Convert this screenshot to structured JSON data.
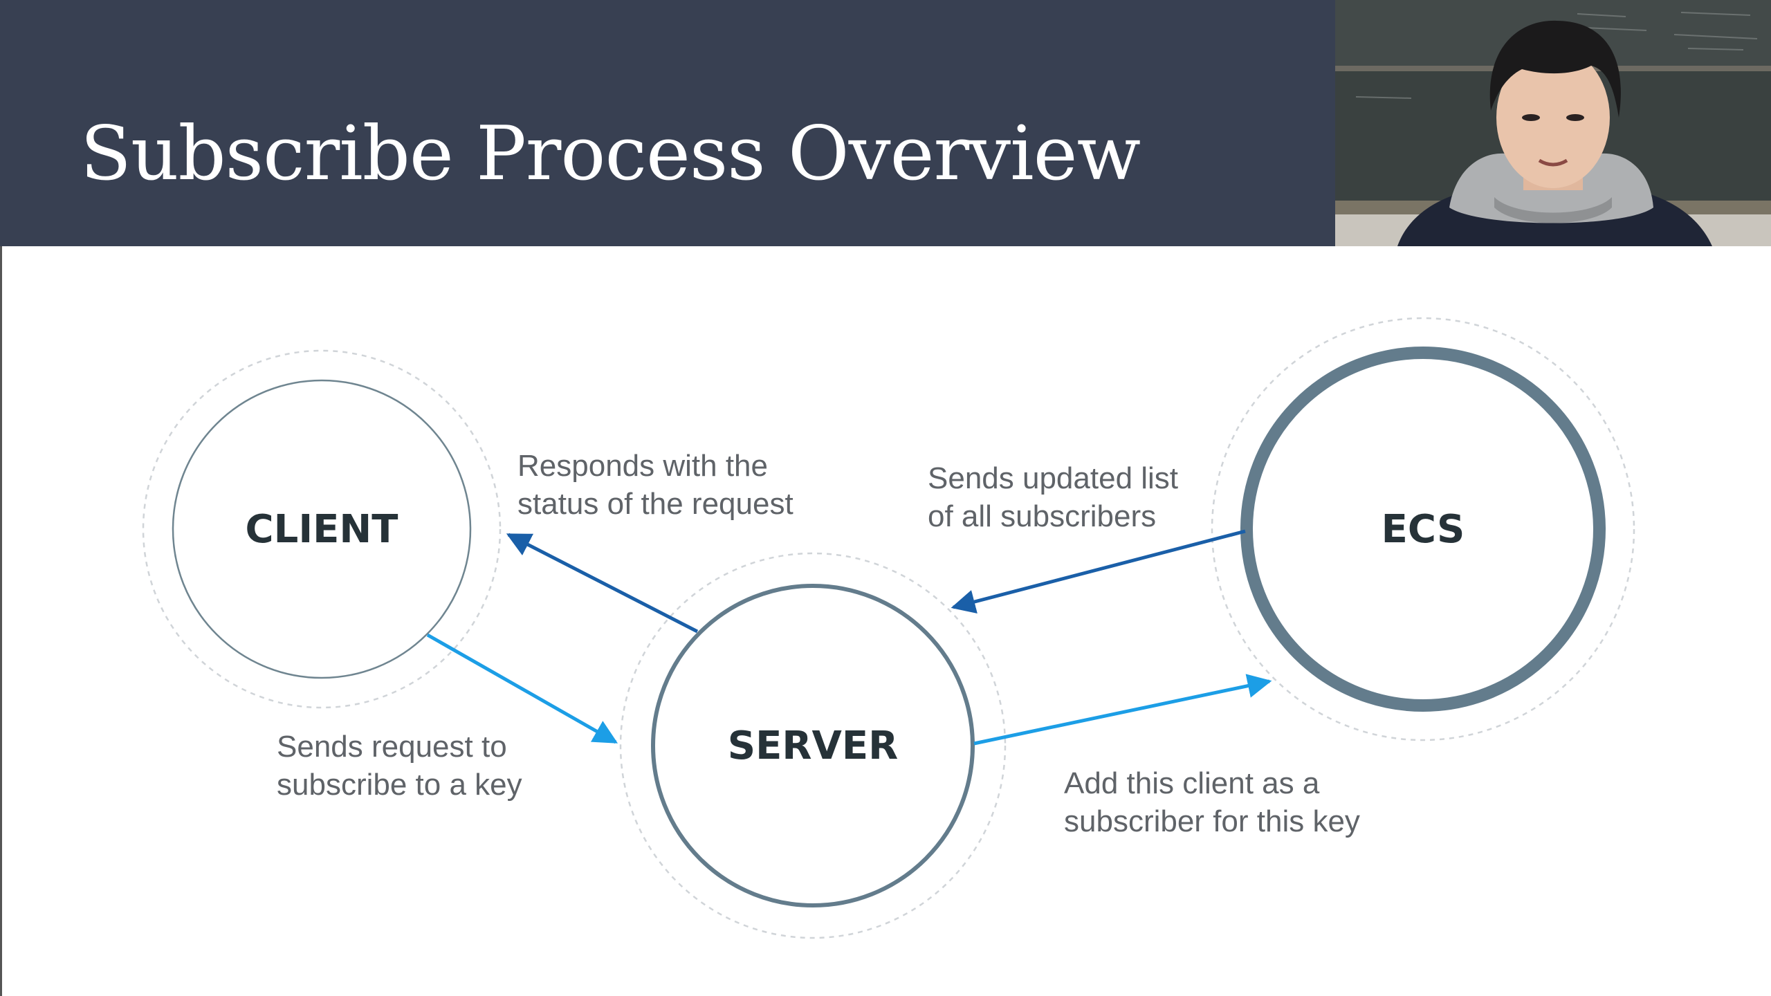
{
  "slide": {
    "title": "Subscribe Process Overview"
  },
  "nodes": {
    "client": "CLIENT",
    "server": "SERVER",
    "ecs": "ECS"
  },
  "edges": {
    "client_to_server": [
      "Sends request to",
      "subscribe to a key"
    ],
    "server_to_client": [
      "Responds with the",
      "status of the request"
    ],
    "ecs_to_server": [
      "Sends updated list",
      "of all subscribers"
    ],
    "server_to_ecs": [
      "Add this client as a",
      "subscriber for this key"
    ]
  },
  "colors": {
    "header_bg": "#384052",
    "node_ring": "#637c8c",
    "arrow_dark": "#1a5fa8",
    "arrow_light": "#1c9ee6",
    "label_text": "#5f6368"
  }
}
